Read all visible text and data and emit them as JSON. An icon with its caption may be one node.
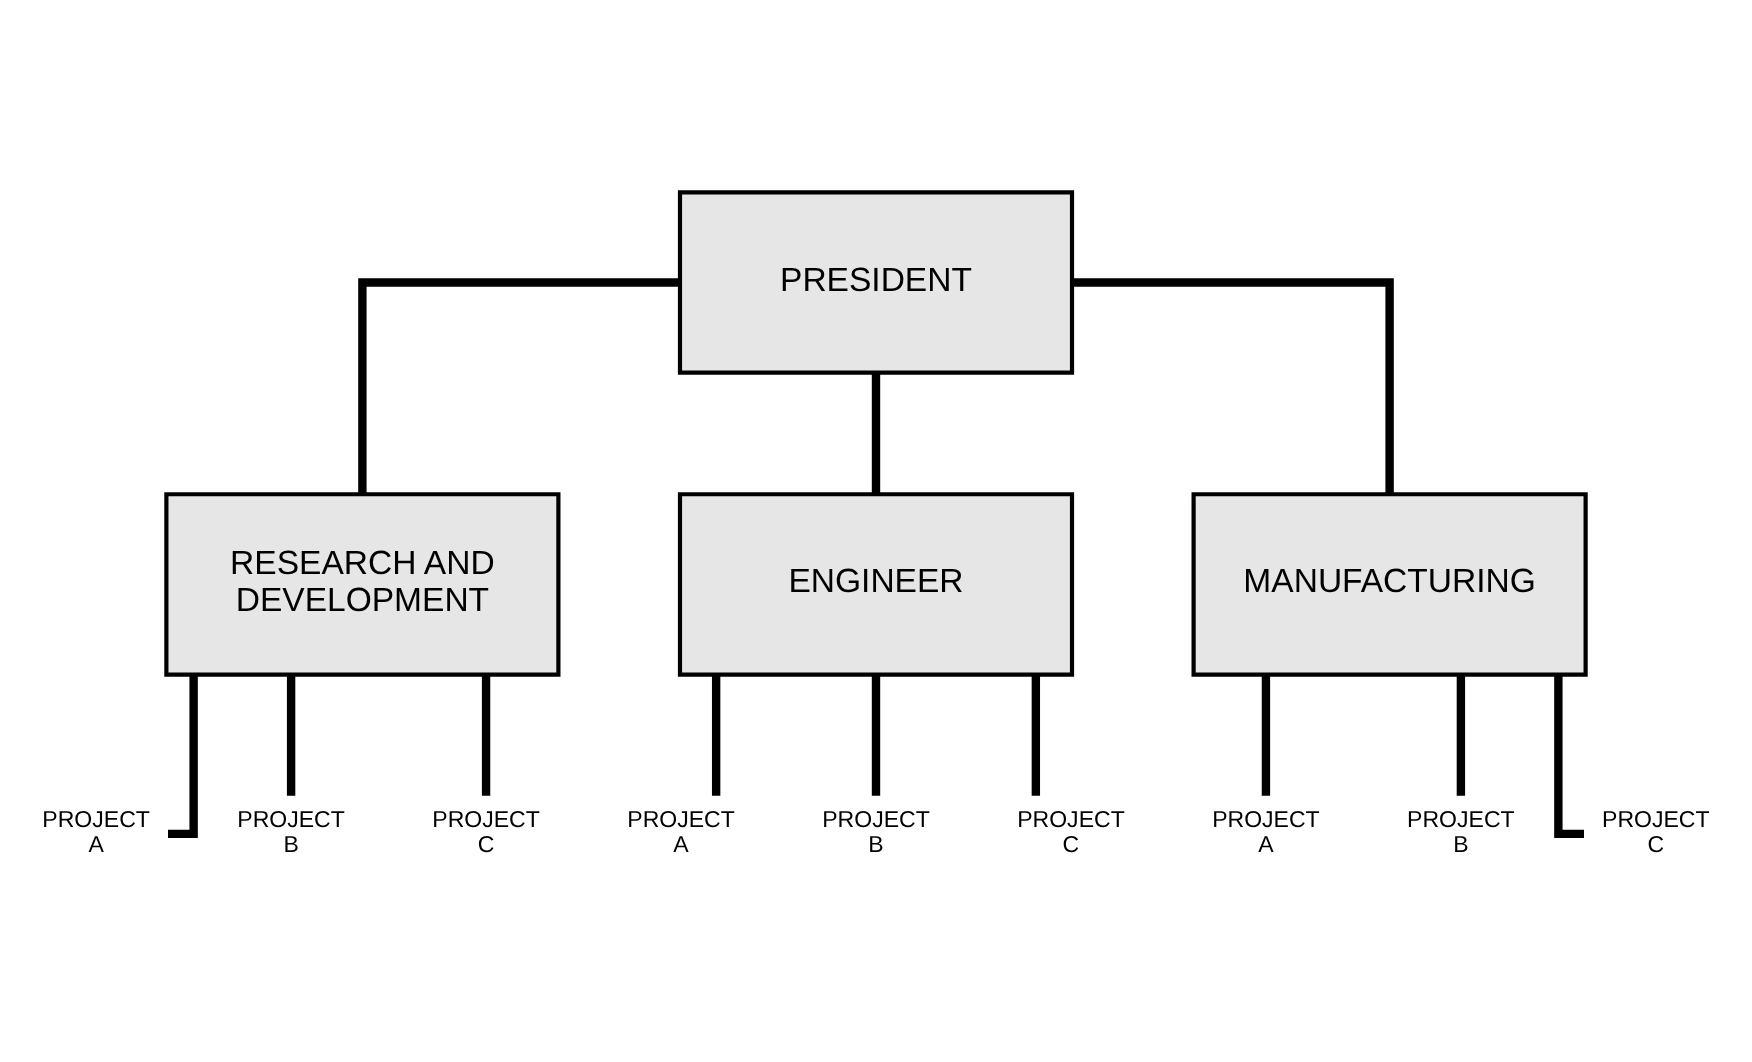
{
  "diagram": {
    "nodes": [
      {
        "text": [
          "PRESIDENT"
        ]
      },
      {
        "text": [
          "RESEARCH AND DEVELOPMENT"
        ]
      },
      {
        "text": [
          "ENGINEER"
        ]
      },
      {
        "text": [
          "MANUFACTURING"
        ]
      },
      {
        "text": [
          "PROJECT A"
        ]
      },
      {
        "text": [
          "PROJECT B"
        ]
      },
      {
        "text": [
          "PROJECT C"
        ]
      },
      {
        "text": [
          "PROJECT A"
        ]
      },
      {
        "text": [
          "PROJECT B"
        ]
      },
      {
        "text": [
          "PROJECT C"
        ]
      },
      {
        "text": [
          "PROJECT A"
        ]
      },
      {
        "text": [
          "PROJECT B"
        ]
      },
      {
        "text": [
          "PROJECT C"
        ]
      }
    ],
    "edges": [
      {
        "from": 0,
        "to": 1,
        "arrow": "none"
      },
      {
        "from": 0,
        "to": 2,
        "arrow": "none"
      },
      {
        "from": 0,
        "to": 3,
        "arrow": "none"
      },
      {
        "from": 1,
        "to": 4,
        "arrow": "none"
      },
      {
        "from": 1,
        "to": 5,
        "arrow": "none"
      },
      {
        "from": 1,
        "to": 6,
        "arrow": "none"
      },
      {
        "from": 2,
        "to": 7,
        "arrow": "none"
      },
      {
        "from": 2,
        "to": 8,
        "arrow": "none"
      },
      {
        "from": 2,
        "to": 9,
        "arrow": "none"
      },
      {
        "from": 3,
        "to": 10,
        "arrow": "none"
      },
      {
        "from": 3,
        "to": 11,
        "arrow": "none"
      },
      {
        "from": 3,
        "to": 12,
        "arrow": "none"
      }
    ]
  }
}
